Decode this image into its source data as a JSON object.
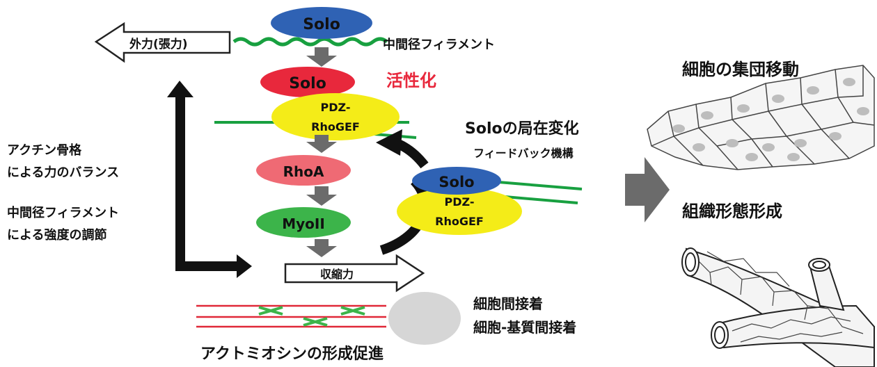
{
  "labels": {
    "external_force": "外力(張力)",
    "intermediate_filament": "中間径フィラメント",
    "activation": "活性化",
    "localization_change": "Soloの局在変化",
    "feedback": "フィードバック機構",
    "actin_balance_1": "アクチン骨格",
    "actin_balance_2": "による力のバランス",
    "if_strength_1": "中間径フィラメント",
    "if_strength_2": "による強度の調節",
    "contractile_force": "収縮力",
    "cell_cell_adhesion": "細胞間接着",
    "cell_matrix_adhesion": "細胞-基質間接着",
    "actomyosin": "アクトミオシンの形成促進",
    "collective_migration": "細胞の集団移動",
    "tissue_morphogenesis": "組織形態形成"
  },
  "nodes": {
    "solo_top": "Solo",
    "solo_active": "Solo",
    "pdz_rhogef_1": "PDZ-",
    "pdz_rhogef_2": "RhoGEF",
    "rhoa": "RhoA",
    "myoii": "MyoII",
    "solo_side": "Solo",
    "pdz_side_1": "PDZ-",
    "pdz_side_2": "RhoGEF"
  },
  "colors": {
    "solo_blue": "#2f62b4",
    "solo_red": "#e8283c",
    "pdz_yellow": "#f4ec18",
    "rhoa_pink": "#ef6a74",
    "myoii_green": "#3cb44a",
    "filament_green": "#18a040",
    "actin_red": "#e02838",
    "arrow_gray": "#6b6b6b",
    "activation_text": "#e8283c"
  }
}
